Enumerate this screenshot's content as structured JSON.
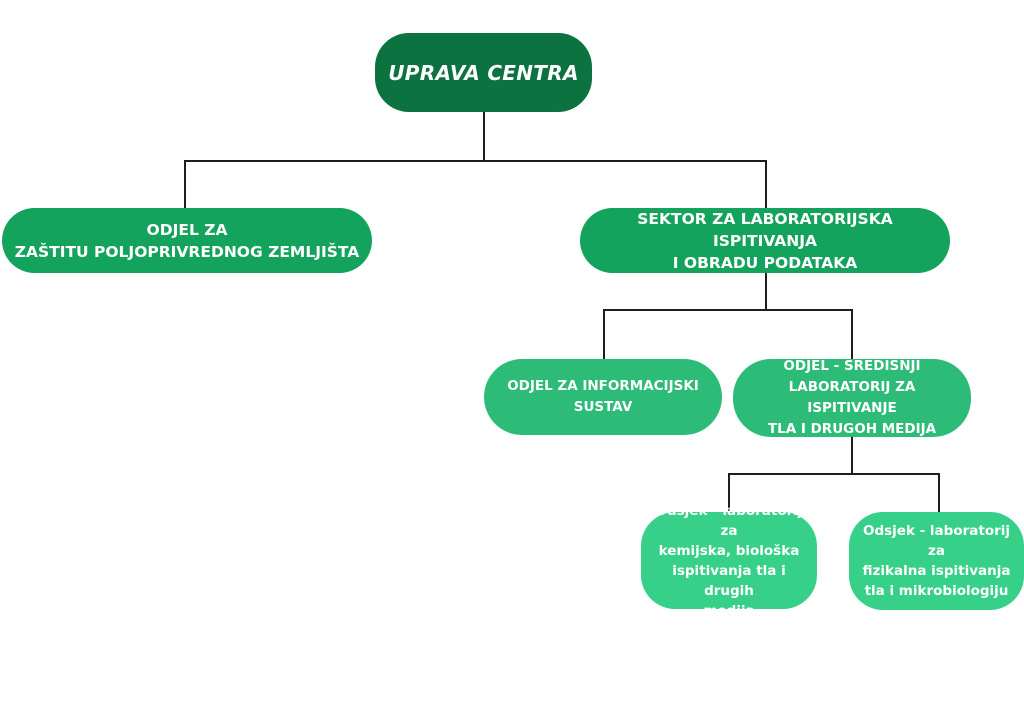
{
  "chart": {
    "colors": {
      "root": "#0b7240",
      "level1": "#14a35c",
      "level2": "#2dbb78",
      "level3": "#37d088",
      "connector": "#1e1e1e",
      "text": "#ffffff"
    },
    "root": {
      "label": "UPRAVA CENTRA"
    },
    "level1": [
      {
        "lines": [
          "ODJEL ZA",
          "ZAŠTITU POLJOPRIVREDNOG ZEMLJIŠTA"
        ]
      },
      {
        "lines": [
          "SEKTOR ZA LABORATORIJSKA ISPITIVANJA",
          "I OBRADU PODATAKA"
        ]
      }
    ],
    "level2": [
      {
        "lines": [
          "ODJEL ZA INFORMACIJSKI",
          "SUSTAV"
        ]
      },
      {
        "lines": [
          "ODJEL - SREDIŠNJI",
          "LABORATORIJ ZA ISPITIVANJE",
          "TLA I DRUGOH MEDIJA"
        ]
      }
    ],
    "level3": [
      {
        "lines": [
          "Odsjek - laboratorij za",
          "kemijska, biološka",
          "ispitivanja tla i drugih",
          "medija"
        ]
      },
      {
        "lines": [
          "Odsjek - laboratorij za",
          "fizikalna ispitivanja",
          "tla i mikrobiologiju"
        ]
      }
    ]
  }
}
